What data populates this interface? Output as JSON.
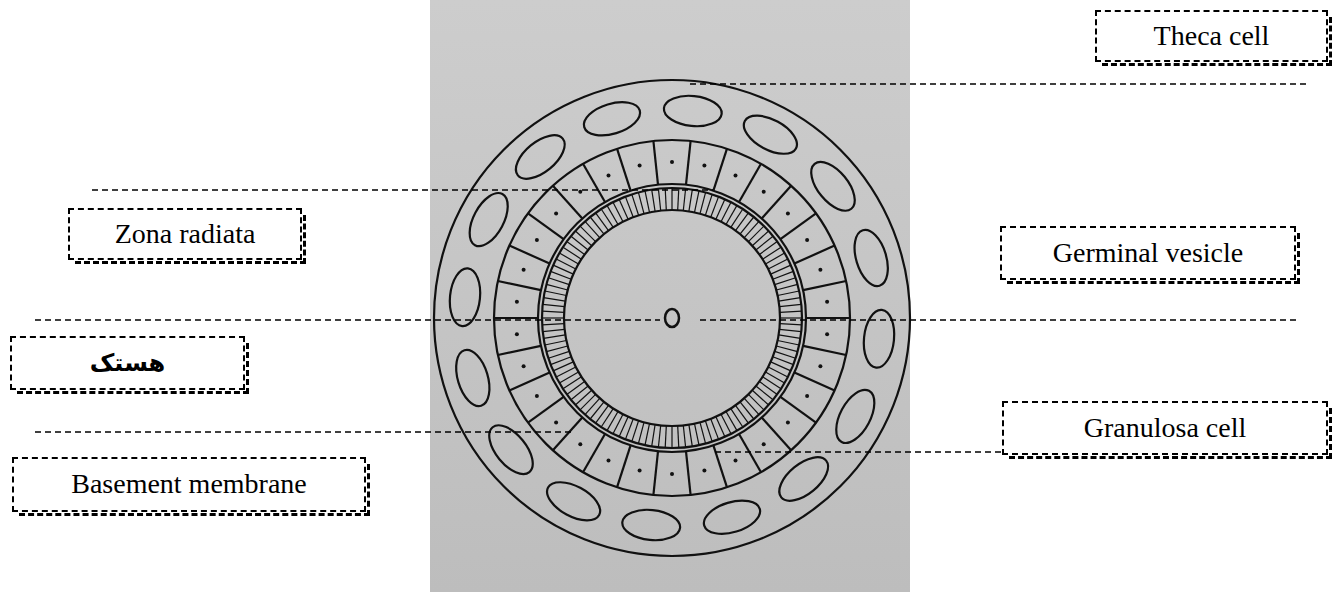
{
  "diagram": {
    "nodes": [
      {
        "text": [
          "Theca cell"
        ]
      },
      {
        "text": [
          "Zona radiata"
        ]
      },
      {
        "text": [
          "Germinal vesicle"
        ]
      },
      {
        "text": [
          "هستک"
        ]
      },
      {
        "text": [
          "Granulosa cell"
        ]
      },
      {
        "text": [
          "Basement membrane"
        ]
      }
    ]
  }
}
